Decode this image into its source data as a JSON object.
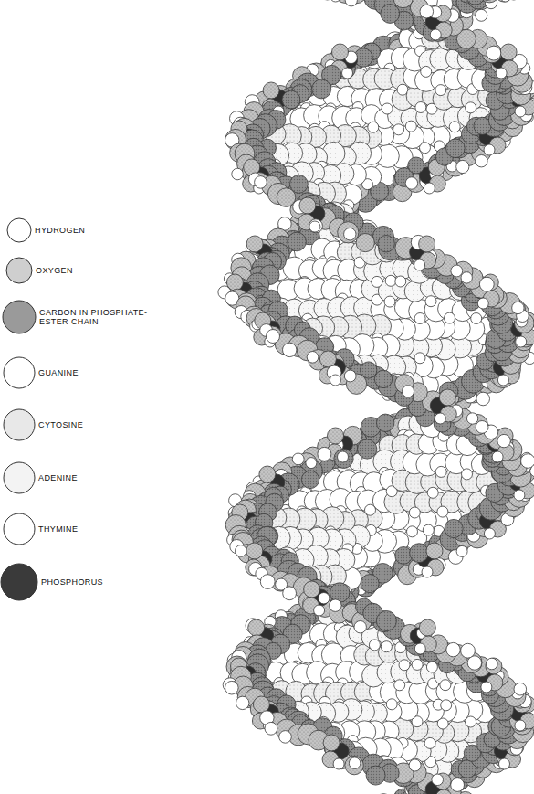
{
  "diagram": {
    "legend": [
      {
        "text": "HYDROGEN",
        "color": "#ffffff"
      },
      {
        "text": "OXYGEN",
        "color": "#cfcfcf"
      },
      {
        "text": "CARBON IN PHOSPHATE- ESTER CHAIN",
        "color": "#9a9a9a"
      },
      {
        "text": "GUANINE",
        "color": "#ffffff"
      },
      {
        "text": "CYTOSINE",
        "color": "#e8e8e8"
      },
      {
        "text": "ADENINE",
        "color": "#f3f3f3"
      },
      {
        "text": "THYMINE",
        "color": "#ffffff"
      },
      {
        "text": "PHOSPHORUS",
        "color": "#3a3a3a"
      }
    ]
  }
}
